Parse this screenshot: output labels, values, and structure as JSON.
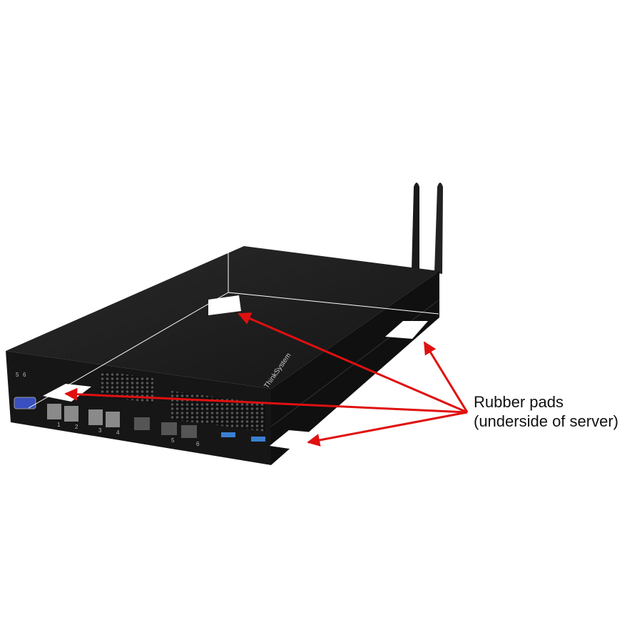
{
  "callout": {
    "line1": "Rubber pads",
    "line2": "(underside of server)"
  },
  "server": {
    "brand_logo": "ThinkSystem",
    "port_numbers": [
      "1",
      "2",
      "3",
      "4",
      "5",
      "6"
    ],
    "led_labels": [
      "5",
      "6"
    ]
  },
  "colors": {
    "arrow": "#e01010",
    "chassis": "#1e1e1e",
    "pad": "#ffffff",
    "vga": "#3a4fc0",
    "usb": "#3a7fd0"
  }
}
